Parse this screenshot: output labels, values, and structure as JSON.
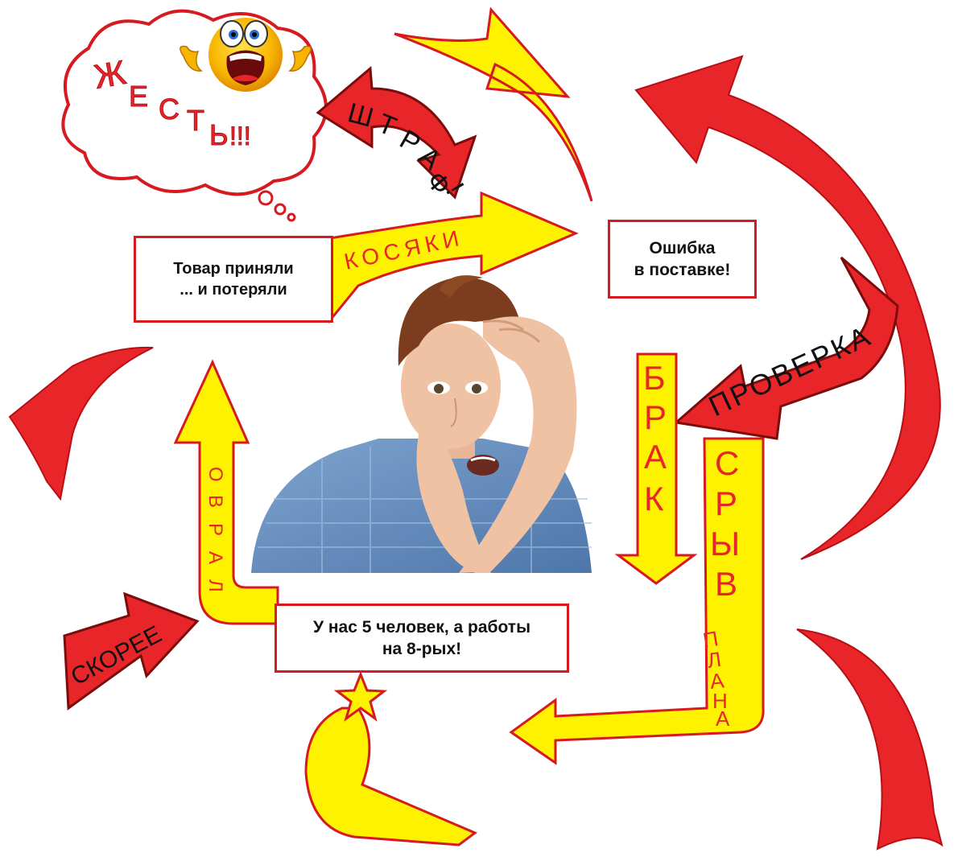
{
  "boxes": {
    "goods_lost": {
      "line1": "Товар приняли",
      "line2": "... и потеряли"
    },
    "delivery_error": {
      "line1": "Ошибка",
      "line2": "в поставке!"
    },
    "staff_shortage": {
      "line1": "У нас 5 человек, а работы",
      "line2": "на 8-рых!"
    }
  },
  "cloud": {
    "text": [
      "Ж",
      "Е",
      "С",
      "Т",
      "Ь",
      "!!!"
    ]
  },
  "arrow_labels": {
    "penalty": [
      "Ш",
      "Т",
      "Р",
      "А",
      "Ф",
      "!"
    ],
    "defects": "КОСЯКИ",
    "inspection": "ПРОВЕРКА",
    "reject": [
      "Б",
      "Р",
      "А",
      "К"
    ],
    "disruption": [
      "С",
      "Р",
      "Ы",
      "В"
    ],
    "plan": [
      "П",
      "Л",
      "А",
      "Н",
      "А"
    ],
    "rush": [
      "О",
      "В",
      "Р",
      "А",
      "Л"
    ],
    "faster": "СКОРЕЕ"
  },
  "colors": {
    "red": "#e8262a",
    "dark_red": "#b80f14",
    "yellow": "#fff200",
    "outline": "#d71920"
  }
}
